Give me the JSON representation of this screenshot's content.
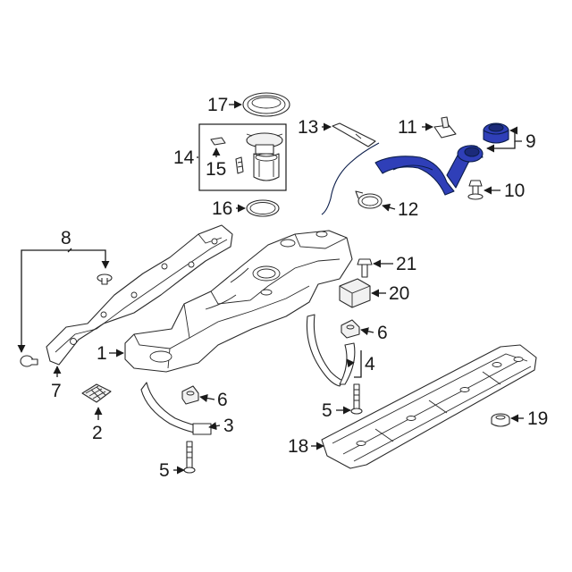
{
  "diagram": {
    "highlight_color": "#2f3fb8",
    "highlight_dark": "#0b1d4a",
    "line_color": "#1a1a1a",
    "callouts": {
      "c1": "1",
      "c2": "2",
      "c3": "3",
      "c4": "4",
      "c5a": "5",
      "c5b": "5",
      "c6a": "6",
      "c6b": "6",
      "c7": "7",
      "c8": "8",
      "c9": "9",
      "c10": "10",
      "c11": "11",
      "c12": "12",
      "c13": "13",
      "c14": "14",
      "c15": "15",
      "c16": "16",
      "c17": "17",
      "c18": "18",
      "c19": "19",
      "c20": "20",
      "c21": "21"
    }
  }
}
